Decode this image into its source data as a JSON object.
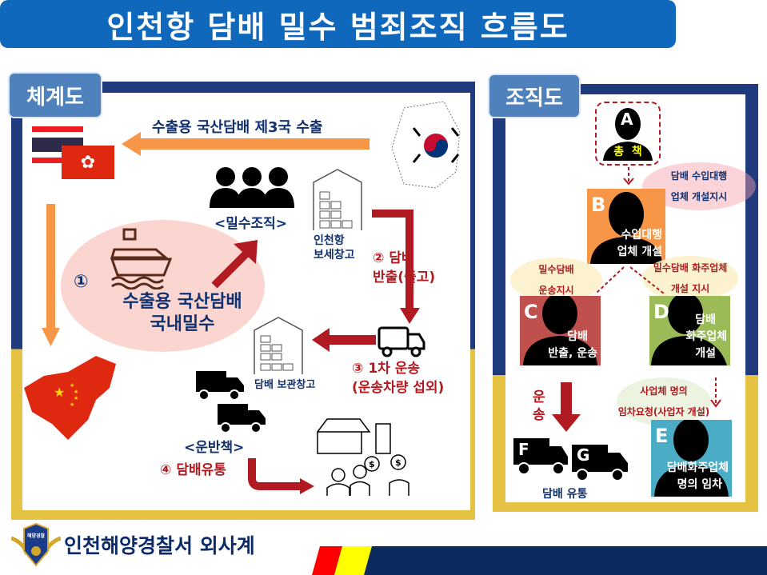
{
  "title": "인천항 담배 밀수 범죄조직 흐름도",
  "left": {
    "tab": "체계도",
    "export_label": "수출용 국산담배 제3국 수출",
    "org_label": "<밀수조직>",
    "warehouse_label_1": "인천항",
    "warehouse_label_2": "보세창고",
    "step1_num": "①",
    "step1_line1": "수출용 국산담배",
    "step1_line2": "국내밀수",
    "step2_num": "②",
    "step2_line1": "담배",
    "step2_line2": "반출(출고)",
    "step3_num": "③",
    "step3_line1": "1차 운송",
    "step3_line2": "(운송차량 섭외)",
    "storage_label": "담배 보관창고",
    "carrier_label": "<운반책>",
    "step4_num": "④",
    "step4_label": "담배유통"
  },
  "right": {
    "tab": "조직도",
    "A": {
      "letter": "A",
      "role": "총  책"
    },
    "A_note": [
      "담배 수입대행",
      "업체 개설지시"
    ],
    "B": {
      "letter": "B",
      "line1": "수입대행",
      "line2": "업체 개설"
    },
    "B_note_left": [
      "밀수담배",
      "운송지시"
    ],
    "B_note_right": [
      "밀수담배 화주업체",
      "개설 지시"
    ],
    "C": {
      "letter": "C",
      "line1": "담배",
      "line2": "반출, 운송"
    },
    "D": {
      "letter": "D",
      "line1": "담배",
      "line2": "화주업체",
      "line3": "개설"
    },
    "D_note": [
      "사업체 명의",
      "임차요청(사업자 개설)"
    ],
    "transport_label": "운송",
    "E": {
      "letter": "E",
      "line1": "담배화주업체",
      "line2": "명의 임차"
    },
    "trucks": [
      "F",
      "G"
    ],
    "trucks_label": "담배 유통"
  },
  "footer": {
    "org": "인천해양경찰서 외사계",
    "badge_text": "해양경찰"
  },
  "colors": {
    "title": "#1068bd",
    "navy": "#203a7e",
    "yellow": "#e6c244",
    "B": "#f79646",
    "C": "#c0504d",
    "D": "#9bbb59",
    "E": "#4bacc6"
  }
}
